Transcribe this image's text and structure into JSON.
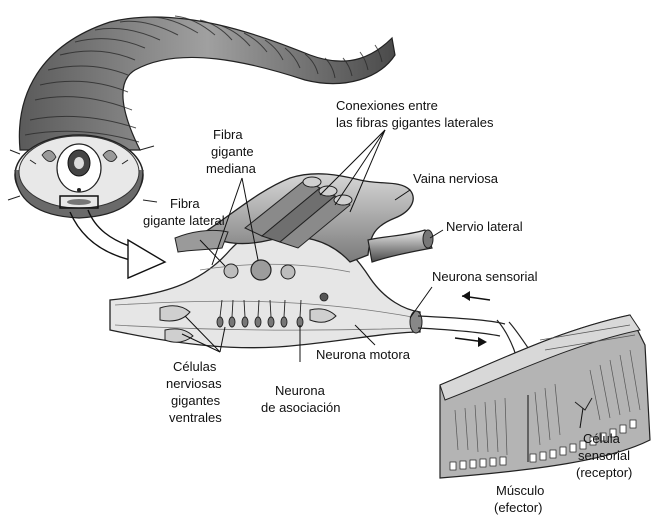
{
  "labels": {
    "conexiones_1": "Conexiones entre",
    "conexiones_2": "las fibras gigantes laterales",
    "fibra_mediana_1": "Fibra",
    "fibra_mediana_2": "gigante",
    "fibra_mediana_3": "mediana",
    "vaina": "Vaina nerviosa",
    "fibra_lateral_1": "Fibra",
    "fibra_lateral_2": "gigante lateral",
    "nervio_lateral": "Nervio lateral",
    "neurona_sensorial": "Neurona sensorial",
    "neurona_motora": "Neurona motora",
    "celulas_1": "Células",
    "celulas_2": "nerviosas",
    "celulas_3": "gigantes",
    "celulas_4": "ventrales",
    "asociacion_1": "Neurona",
    "asociacion_2": "de asociación",
    "celula_sensorial_1": "Célula",
    "celula_sensorial_2": "sensorial",
    "celula_sensorial_3": "(receptor)",
    "musculo_1": "Músculo",
    "musculo_2": "(efector)"
  },
  "colors": {
    "ink": "#111111",
    "worm_fill": "#8c8c8c",
    "worm_dark": "#3a3a3a",
    "cord_fill": "#d9d9d9",
    "tissue": "#a8a8a8"
  }
}
